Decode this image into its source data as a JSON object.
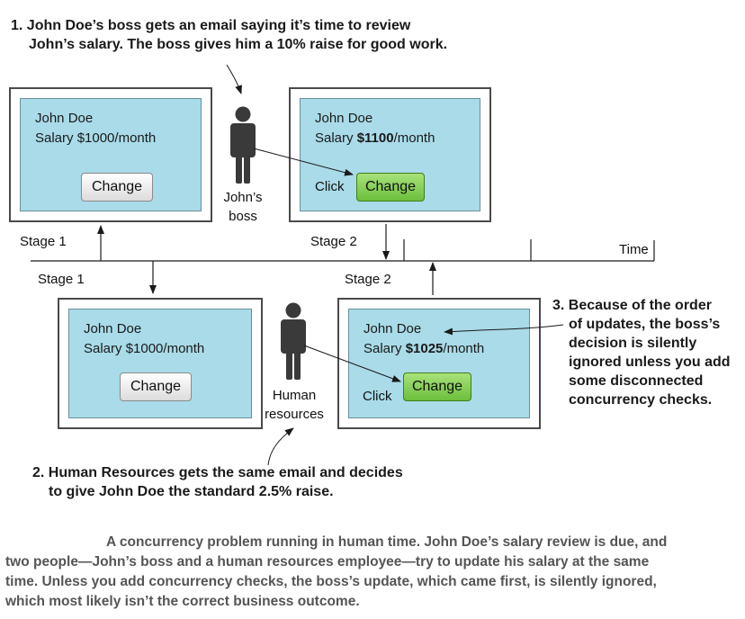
{
  "note1": {
    "line1": "1. John Doe’s boss gets an email saying it’s time to review",
    "line2": "John’s salary. The boss gives him a 10% raise for good work."
  },
  "note2": {
    "line1": "2. Human Resources gets the same email and decides",
    "line2": "to give John Doe the standard 2.5% raise."
  },
  "note3": {
    "lines": [
      "3. Because of the order",
      "of updates, the boss’s",
      "decision is silently",
      "ignored unless you add",
      "some disconnected",
      "concurrency checks."
    ]
  },
  "screens": {
    "boss_before": {
      "name": "John Doe",
      "salary_label": "Salary ",
      "salary_value": "$1000",
      "salary_unit": "/month",
      "button": "Change"
    },
    "boss_after": {
      "name": "John Doe",
      "salary_label": "Salary ",
      "salary_value": "$1100",
      "salary_unit": "/month",
      "button": "Change"
    },
    "hr_before": {
      "name": "John Doe",
      "salary_label": "Salary ",
      "salary_value": "$1000",
      "salary_unit": "/month",
      "button": "Change"
    },
    "hr_after": {
      "name": "John Doe",
      "salary_label": "Salary ",
      "salary_value": "$1025",
      "salary_unit": "/month",
      "button": "Change"
    }
  },
  "people": {
    "boss": {
      "line1": "John’s",
      "line2": "boss"
    },
    "hr": {
      "line1": "Human",
      "line2": "resources"
    }
  },
  "click_label": "Click",
  "timeline": {
    "time_label": "Time",
    "stage1_top": "Stage 1",
    "stage2_top": "Stage 2",
    "stage1_bottom": "Stage 1",
    "stage2_bottom": "Stage 2"
  },
  "caption": {
    "line1": "A concurrency problem running in human time. John Doe’s salary review is due, and",
    "line2": "two people—John’s boss and a human resources employee—try to update his salary at the same",
    "line3": "time. Unless you add concurrency checks, the boss’s update, which came first, is silently ignored,",
    "line4": "which most likely isn’t the correct business outcome."
  },
  "colors": {
    "screen_fill": "#a9dbe8",
    "button_active": "#8fd45e",
    "person": "#3a3a3a"
  }
}
